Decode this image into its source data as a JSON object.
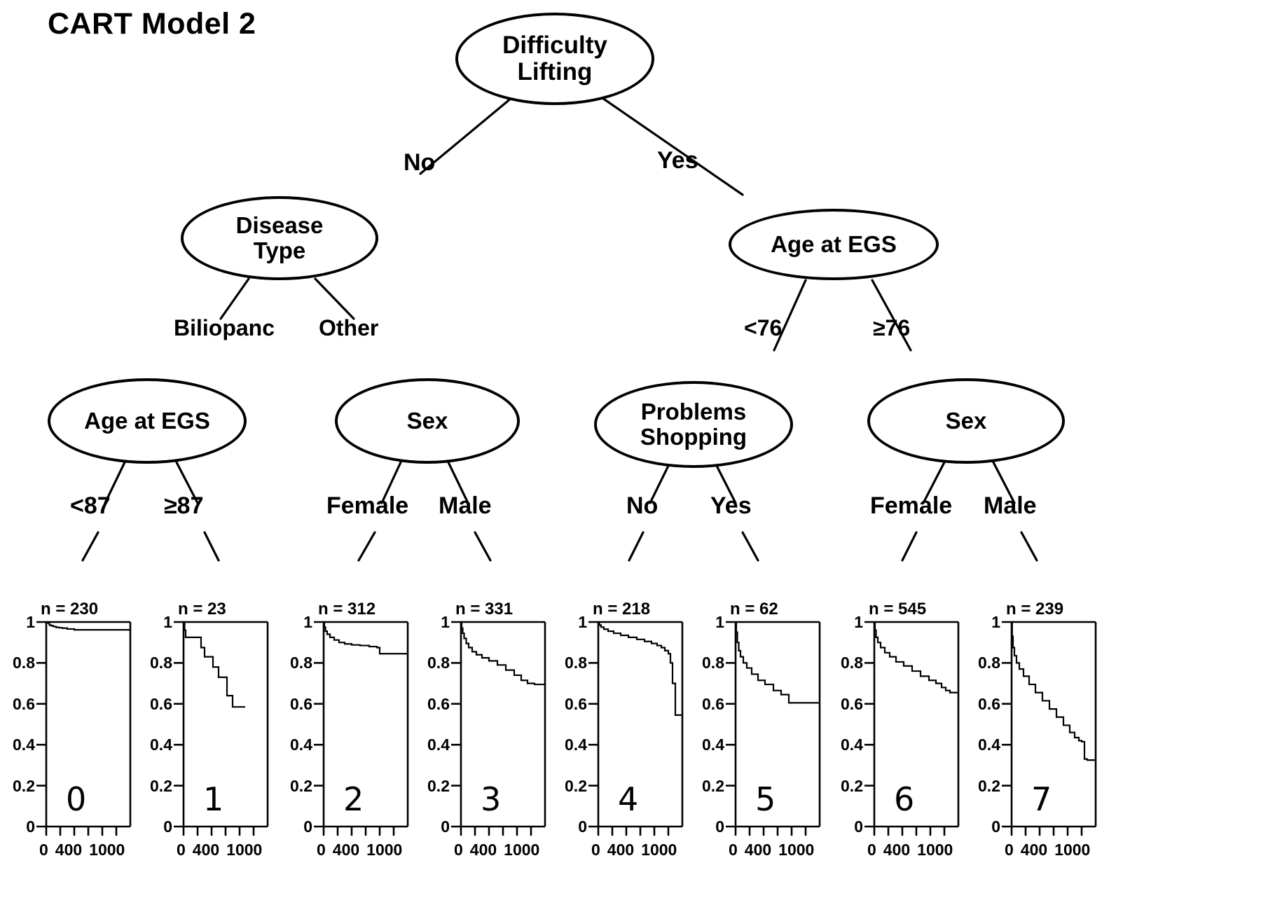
{
  "title": "CART Model 2",
  "tree": {
    "root": {
      "label": "Difficulty\nLifting",
      "line1": "Difficulty",
      "line2": "Lifting"
    },
    "level1": [
      {
        "label": "Disease\nType",
        "line1": "Disease",
        "line2": "Type",
        "edge_label": "No"
      },
      {
        "label": "Age at EGS",
        "line1": "Age at EGS",
        "line2": "",
        "edge_label": "Yes"
      }
    ],
    "level2": [
      {
        "label": "Age at EGS",
        "line1": "Age at EGS",
        "line2": "",
        "edge_label": "Biliopanc"
      },
      {
        "label": "Sex",
        "line1": "Sex",
        "line2": "",
        "edge_label": "Other"
      },
      {
        "label": "Problems\nShopping",
        "line1": "Problems",
        "line2": "Shopping",
        "edge_label": "<76"
      },
      {
        "label": "Sex",
        "line1": "Sex",
        "line2": "",
        "edge_label": "≥76"
      }
    ],
    "leaf_edge_labels": [
      "<87",
      "≥87",
      "Female",
      "Male",
      "No",
      "Yes",
      "Female",
      "Male"
    ]
  },
  "chart_data": {
    "type": "line",
    "title": "CART Model 2",
    "xlabel": "",
    "ylabel": "",
    "xlim": [
      0,
      1200
    ],
    "ylim": [
      0,
      1
    ],
    "xticks": [
      0,
      200,
      400,
      600,
      800,
      1000
    ],
    "xticklabels": [
      "0",
      "400",
      "1000"
    ],
    "xticklabel_values": [
      0,
      400,
      1000
    ],
    "yticks": [
      0,
      0.2,
      0.4,
      0.6,
      0.8,
      1
    ],
    "yticklabels": [
      "0",
      "0.2",
      "0.4",
      "0.6",
      "0.8",
      "1"
    ],
    "grid": false,
    "legend": "none",
    "panels": [
      {
        "id": "0",
        "n_label": "n = 230",
        "n": 230,
        "path": "Difficulty Lifting=No > Disease Type=Biliopanc > Age at EGS<87",
        "x": [
          0,
          20,
          45,
          70,
          100,
          140,
          180,
          230,
          300,
          400,
          520,
          700,
          900,
          1100,
          1200
        ],
        "y": [
          1.0,
          0.995,
          0.985,
          0.982,
          0.978,
          0.974,
          0.972,
          0.97,
          0.966,
          0.962,
          0.962,
          0.962,
          0.962,
          0.962,
          0.962
        ]
      },
      {
        "id": "1",
        "n_label": "n = 23",
        "n": 23,
        "path": "Difficulty Lifting=No > Disease Type=Biliopanc > Age at EGS≥87",
        "x": [
          0,
          15,
          30,
          120,
          250,
          300,
          360,
          420,
          500,
          560,
          620,
          700,
          800,
          880
        ],
        "y": [
          1.0,
          0.96,
          0.925,
          0.925,
          0.875,
          0.83,
          0.83,
          0.78,
          0.73,
          0.73,
          0.64,
          0.585,
          0.585,
          0.585
        ]
      },
      {
        "id": "2",
        "n_label": "n = 312",
        "n": 312,
        "path": "Difficulty Lifting=No > Disease Type=Other > Sex=Female",
        "x": [
          0,
          10,
          25,
          50,
          90,
          150,
          220,
          300,
          400,
          520,
          650,
          760,
          800,
          900,
          1050,
          1200
        ],
        "y": [
          1.0,
          0.975,
          0.955,
          0.94,
          0.925,
          0.912,
          0.9,
          0.893,
          0.888,
          0.885,
          0.88,
          0.875,
          0.845,
          0.845,
          0.845,
          0.845
        ]
      },
      {
        "id": "3",
        "n_label": "n = 331",
        "n": 331,
        "path": "Difficulty Lifting=No > Disease Type=Other > Sex=Male",
        "x": [
          0,
          10,
          25,
          45,
          75,
          110,
          160,
          220,
          300,
          400,
          520,
          640,
          760,
          860,
          950,
          1050,
          1200
        ],
        "y": [
          1.0,
          0.97,
          0.945,
          0.92,
          0.895,
          0.875,
          0.855,
          0.84,
          0.825,
          0.81,
          0.79,
          0.765,
          0.74,
          0.715,
          0.7,
          0.695,
          0.695
        ]
      },
      {
        "id": "4",
        "n_label": "n = 218",
        "n": 218,
        "path": "Difficulty Lifting=Yes > Age at EGS<76 > Problems Shopping=No",
        "x": [
          0,
          15,
          40,
          80,
          140,
          220,
          320,
          430,
          550,
          660,
          760,
          840,
          900,
          950,
          1000,
          1030,
          1060,
          1100,
          1200
        ],
        "y": [
          1.0,
          0.985,
          0.975,
          0.965,
          0.955,
          0.945,
          0.935,
          0.925,
          0.915,
          0.905,
          0.895,
          0.885,
          0.875,
          0.86,
          0.845,
          0.8,
          0.7,
          0.545,
          0.545
        ]
      },
      {
        "id": "5",
        "n_label": "n = 62",
        "n": 62,
        "path": "Difficulty Lifting=Yes > Age at EGS<76 > Problems Shopping=Yes",
        "x": [
          0,
          10,
          25,
          45,
          70,
          110,
          160,
          230,
          320,
          420,
          540,
          650,
          760,
          900,
          1050,
          1200
        ],
        "y": [
          1.0,
          0.95,
          0.9,
          0.86,
          0.83,
          0.8,
          0.775,
          0.745,
          0.715,
          0.695,
          0.665,
          0.645,
          0.605,
          0.605,
          0.605,
          0.605
        ]
      },
      {
        "id": "6",
        "n_label": "n = 545",
        "n": 545,
        "path": "Difficulty Lifting=Yes > Age at EGS≥76 > Sex=Female",
        "x": [
          0,
          10,
          25,
          50,
          90,
          150,
          220,
          310,
          420,
          540,
          660,
          780,
          880,
          960,
          1020,
          1080,
          1200
        ],
        "y": [
          1.0,
          0.96,
          0.925,
          0.9,
          0.875,
          0.85,
          0.83,
          0.805,
          0.785,
          0.76,
          0.735,
          0.715,
          0.7,
          0.68,
          0.665,
          0.655,
          0.655
        ]
      },
      {
        "id": "7",
        "n_label": "n = 239",
        "n": 239,
        "path": "Difficulty Lifting=Yes > Age at EGS≥76 > Sex=Male",
        "x": [
          0,
          8,
          20,
          40,
          70,
          110,
          170,
          250,
          340,
          440,
          540,
          640,
          740,
          830,
          900,
          960,
          1000,
          1040,
          1080,
          1200
        ],
        "y": [
          1.0,
          0.93,
          0.875,
          0.835,
          0.8,
          0.77,
          0.735,
          0.695,
          0.655,
          0.615,
          0.575,
          0.535,
          0.495,
          0.46,
          0.435,
          0.42,
          0.415,
          0.33,
          0.325,
          0.325
        ]
      }
    ]
  },
  "colors": {
    "stroke": "#000000",
    "background": "#ffffff"
  }
}
